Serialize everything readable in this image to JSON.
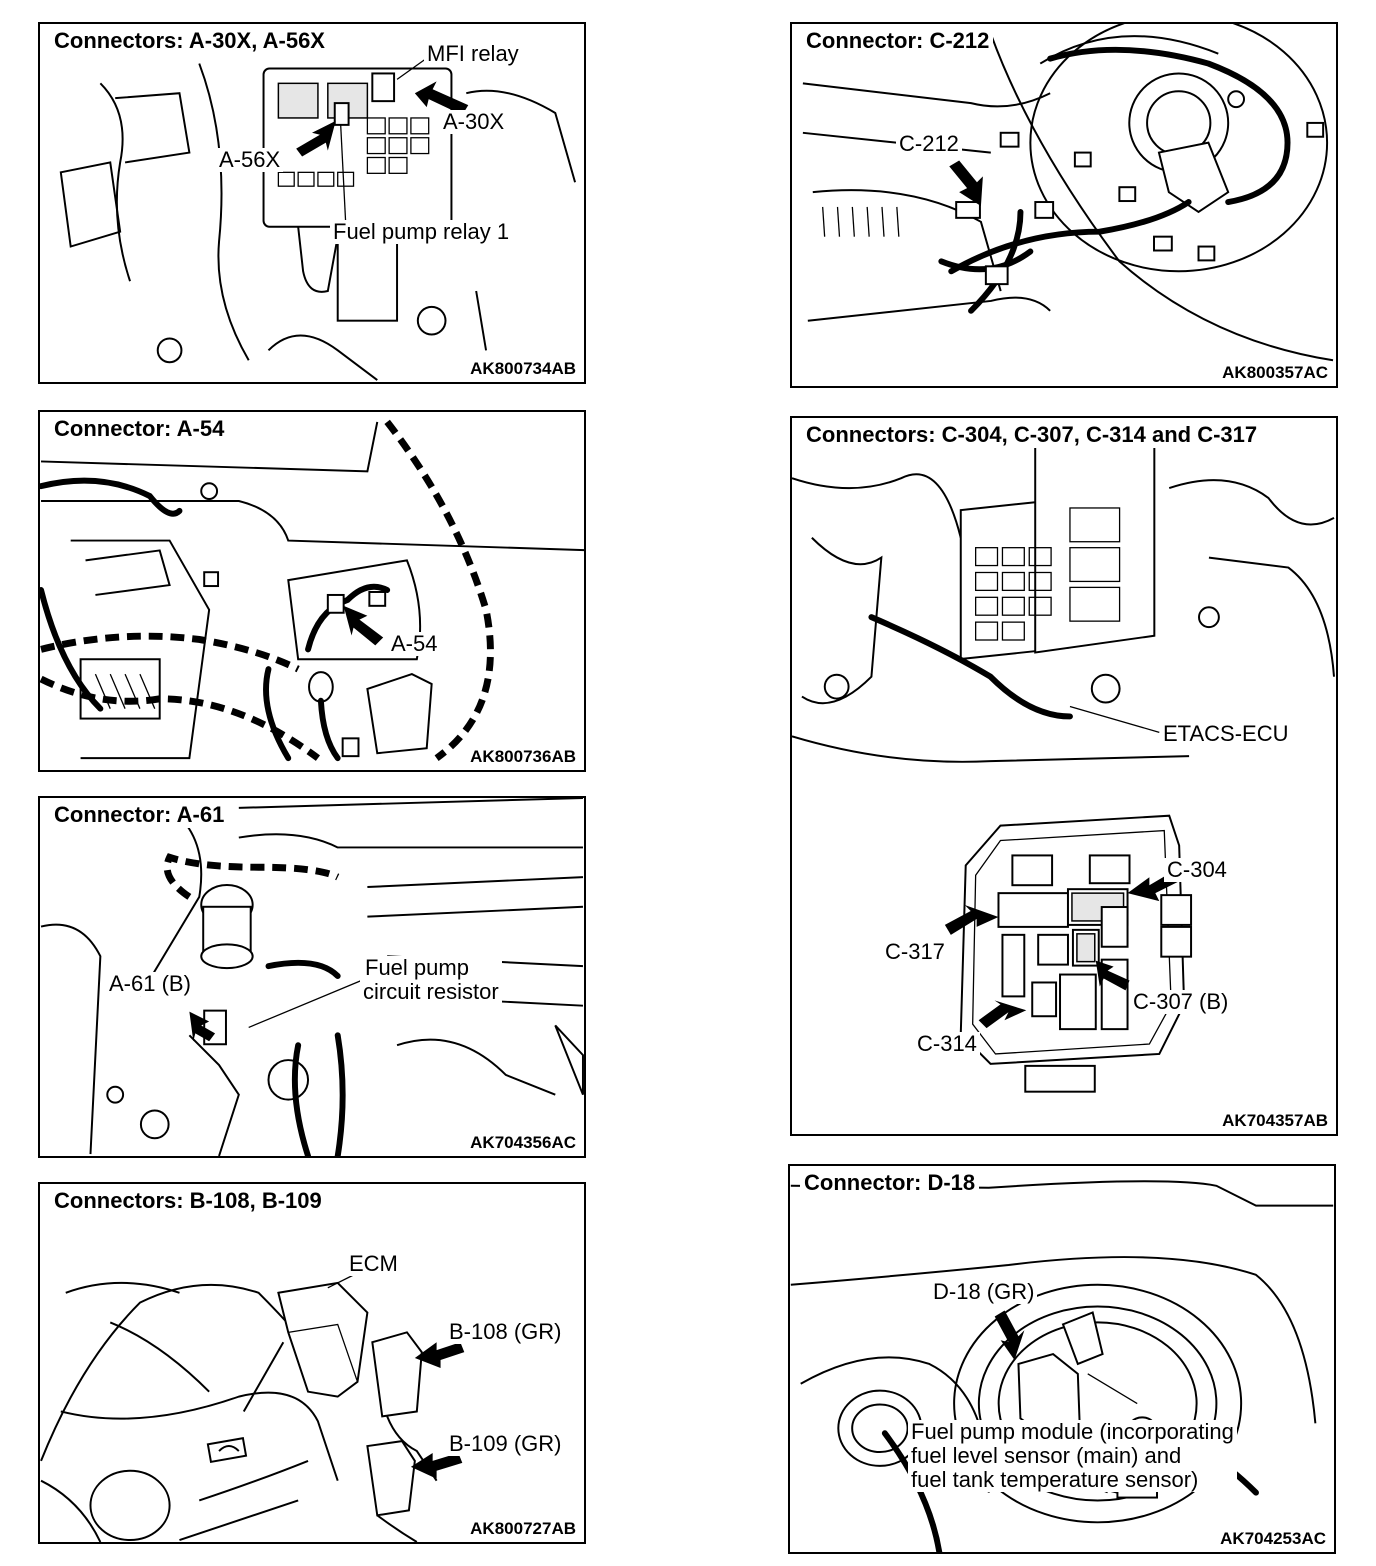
{
  "panels": {
    "p1": {
      "title": "Connectors: A-30X, A-56X",
      "code": "AK800734AB",
      "labels": {
        "mfi_relay": "MFI relay",
        "a30x": "A-30X",
        "a56x": "A-56X",
        "fuel_pump_relay": "Fuel pump relay 1"
      }
    },
    "p2": {
      "title": "Connector: C-212",
      "code": "AK800357AC",
      "labels": {
        "c212": "C-212"
      }
    },
    "p3": {
      "title": "Connector: A-54",
      "code": "AK800736AB",
      "labels": {
        "a54": "A-54"
      }
    },
    "p4": {
      "title": "Connectors: C-304, C-307, C-314 and C-317",
      "code": "AK704357AB",
      "labels": {
        "etacs": "ETACS-ECU",
        "c304": "C-304",
        "c317": "C-317",
        "c307": "C-307 (B)",
        "c314": "C-314"
      }
    },
    "p5": {
      "title": "Connector: A-61",
      "code": "AK704356AC",
      "labels": {
        "a61": "A-61 (B)",
        "resistor_line1": "Fuel pump",
        "resistor_line2": "circuit resistor"
      }
    },
    "p6": {
      "title": "Connectors: B-108, B-109",
      "code": "AK800727AB",
      "labels": {
        "ecm": "ECM",
        "b108": "B-108 (GR)",
        "b109": "B-109 (GR)"
      }
    },
    "p7": {
      "title": "Connector: D-18",
      "code": "AK704253AC",
      "labels": {
        "d18": "D-18 (GR)",
        "module_line1": "Fuel pump module (incorporating",
        "module_line2": "fuel level sensor (main) and",
        "module_line3": "fuel tank temperature sensor)"
      }
    }
  }
}
